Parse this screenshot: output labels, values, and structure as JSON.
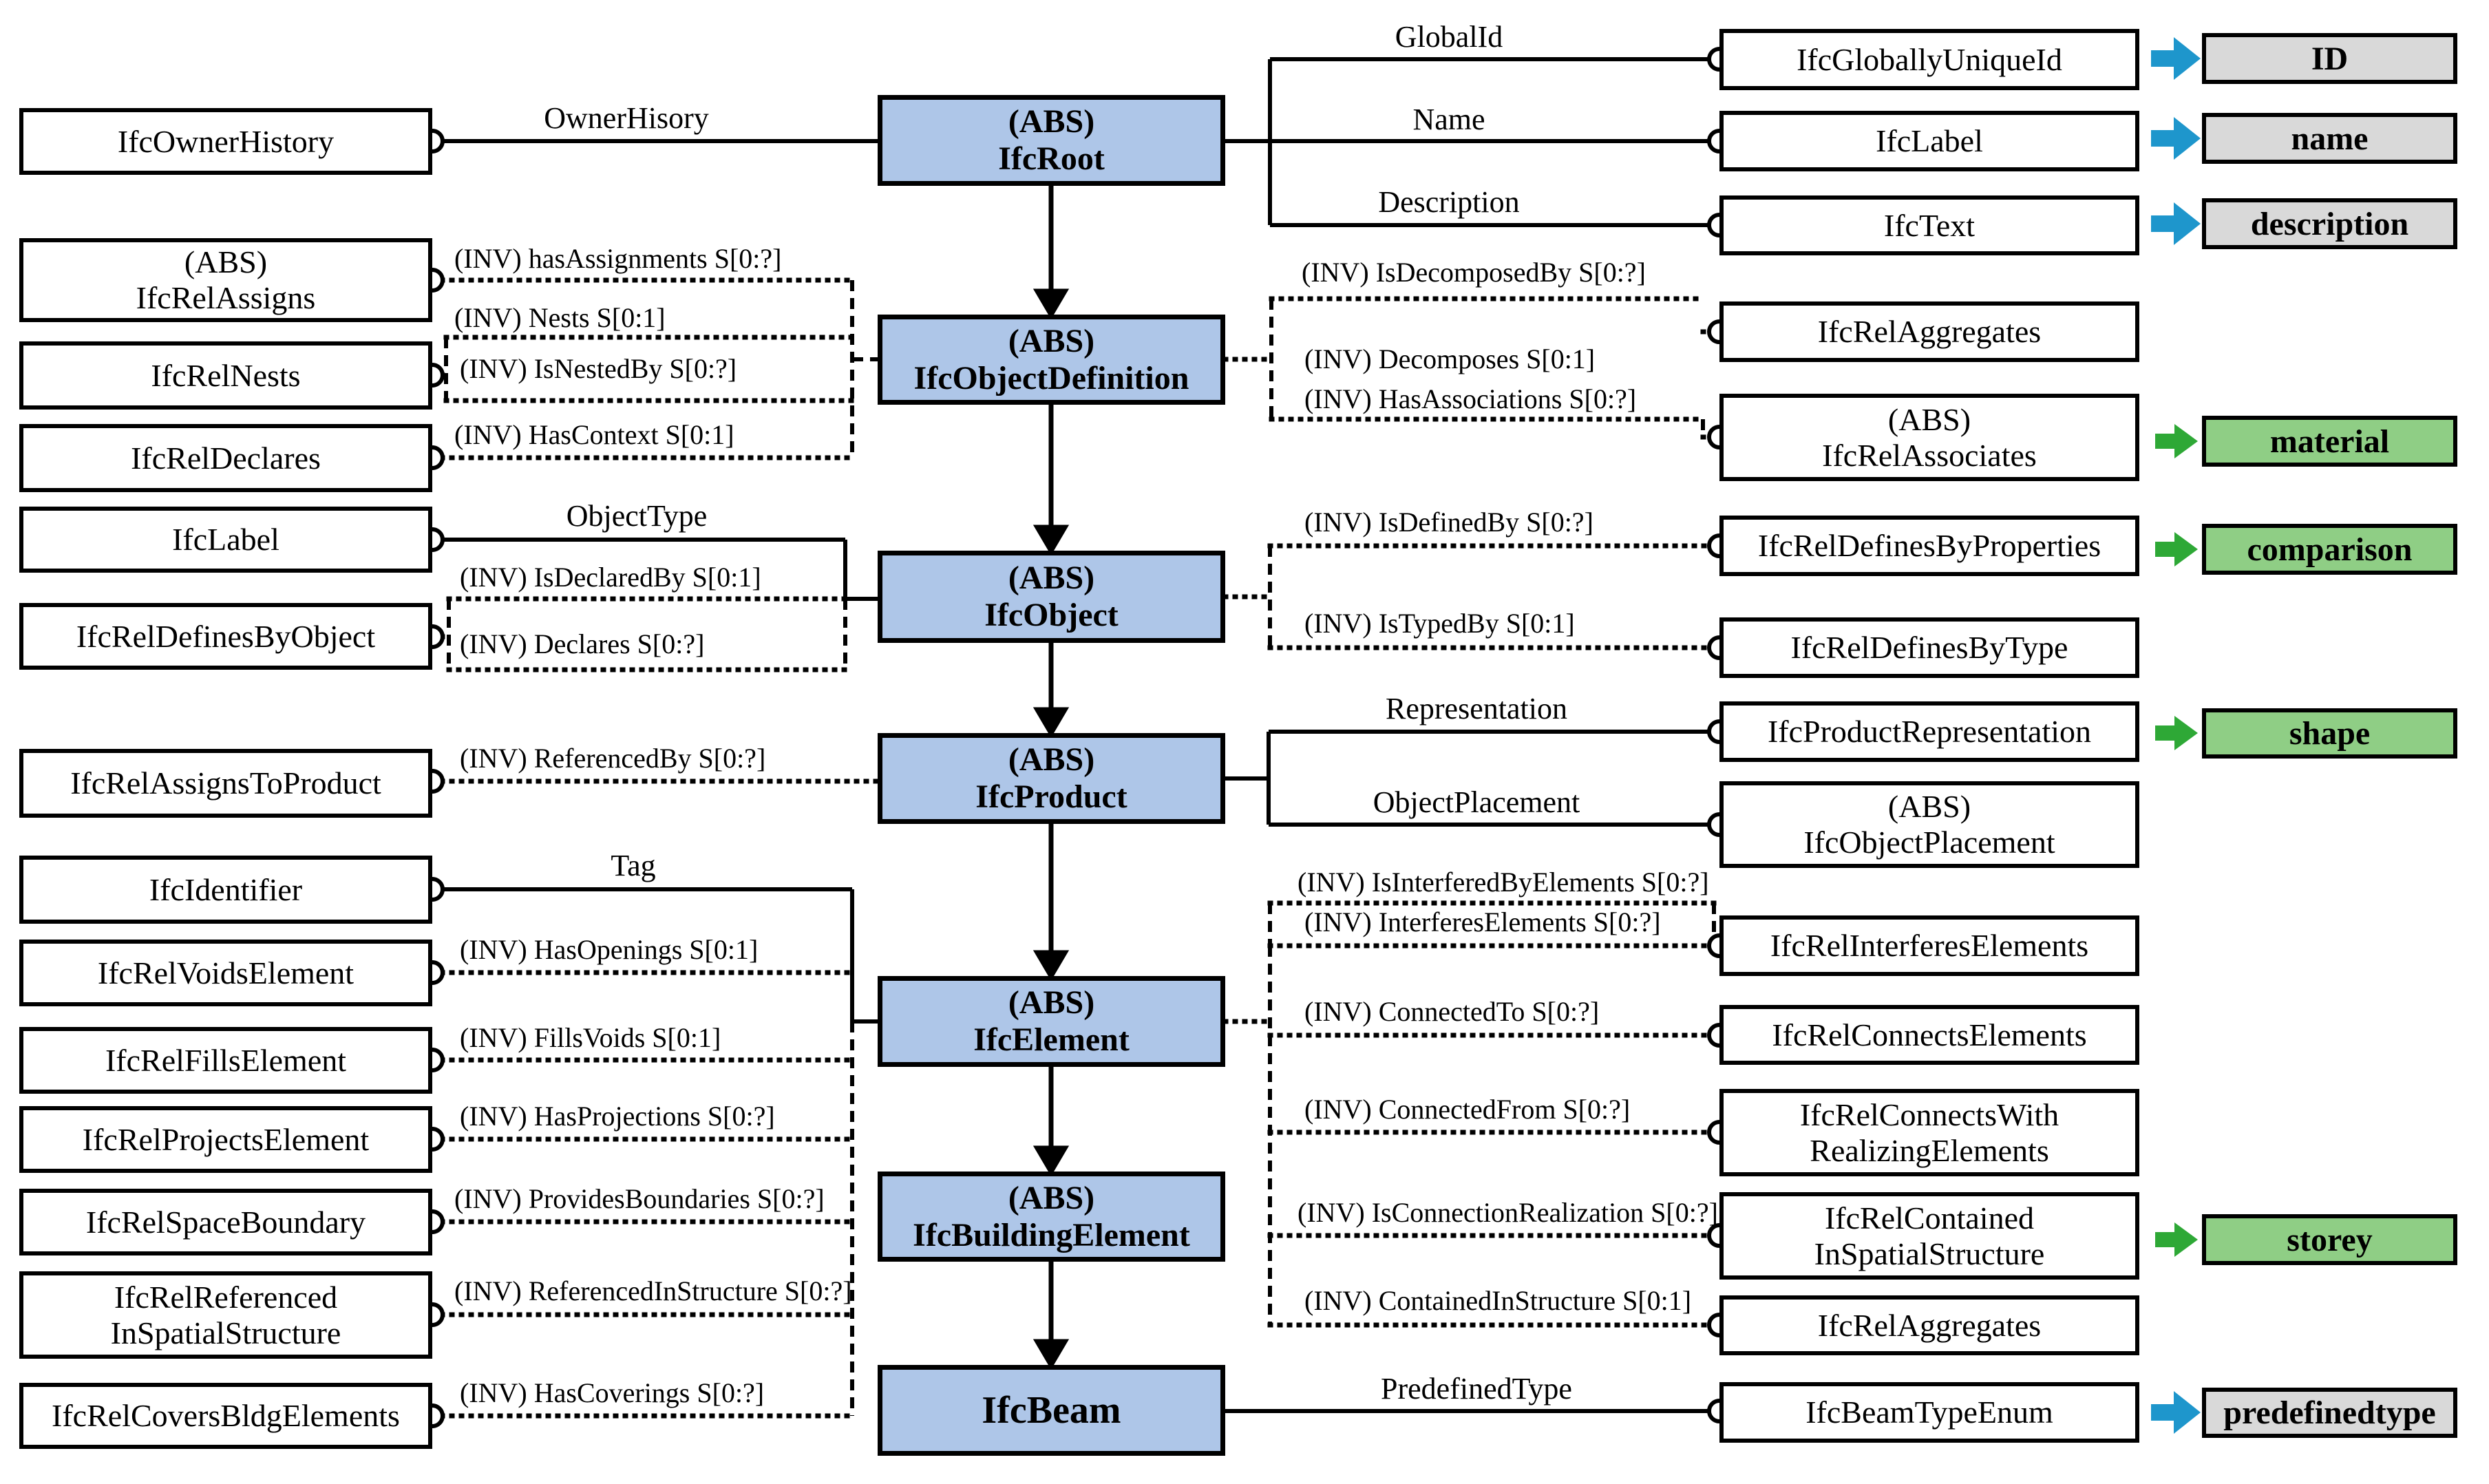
{
  "colors": {
    "entity_fill": "#AEC6E8",
    "tag_gray_fill": "#D9D9D9",
    "tag_green_fill": "#8FCE85",
    "arrow_blue": "#1E96CC",
    "arrow_green": "#2EA836",
    "line": "#000000"
  },
  "entities": [
    {
      "label": "(ABS)\nIfcRoot"
    },
    {
      "label": "(ABS)\nIfcObjectDefinition"
    },
    {
      "label": "(ABS)\nIfcObject"
    },
    {
      "label": "(ABS)\nIfcProduct"
    },
    {
      "label": "(ABS)\nIfcElement"
    },
    {
      "label": "(ABS)\nIfcBuildingElement"
    },
    {
      "label": "IfcBeam"
    }
  ],
  "left_boxes": [
    "IfcOwnerHistory",
    "(ABS)\nIfcRelAssigns",
    "IfcRelNests",
    "IfcRelDeclares",
    "IfcLabel",
    "IfcRelDefinesByObject",
    "IfcRelAssignsToProduct",
    "IfcIdentifier",
    "IfcRelVoidsElement",
    "IfcRelFillsElement",
    "IfcRelProjectsElement",
    "IfcRelSpaceBoundary",
    "IfcRelReferenced\nInSpatialStructure",
    "IfcRelCoversBldgElements"
  ],
  "right_boxes": [
    "IfcGloballyUniqueId",
    "IfcLabel",
    "IfcText",
    "IfcRelAggregates",
    "(ABS)\nIfcRelAssociates",
    "IfcRelDefinesByProperties",
    "IfcRelDefinesByType",
    "IfcProductRepresentation",
    "(ABS)\nIfcObjectPlacement",
    "IfcRelInterferesElements",
    "IfcRelConnectsElements",
    "IfcRelConnectsWith\nRealizingElements",
    "IfcRelContained\nInSpatialStructure",
    "IfcRelAggregates",
    "IfcBeamTypeEnum"
  ],
  "tags": [
    {
      "label": "ID",
      "variant": "gray",
      "arrow": "blue"
    },
    {
      "label": "name",
      "variant": "gray",
      "arrow": "blue"
    },
    {
      "label": "description",
      "variant": "gray",
      "arrow": "blue"
    },
    {
      "label": "material",
      "variant": "green",
      "arrow": "green"
    },
    {
      "label": "comparison",
      "variant": "green",
      "arrow": "green"
    },
    {
      "label": "shape",
      "variant": "green",
      "arrow": "green"
    },
    {
      "label": "storey",
      "variant": "green",
      "arrow": "green"
    },
    {
      "label": "predefinedtype",
      "variant": "gray",
      "arrow": "blue"
    }
  ],
  "attributes": [
    "OwnerHisory",
    "GlobalId",
    "Name",
    "Description",
    "ObjectType",
    "Tag",
    "Representation",
    "ObjectPlacement",
    "PredefinedType"
  ],
  "inverse_left": [
    "(INV) hasAssignments S[0:?]",
    "(INV) Nests S[0:1]",
    "(INV) IsNestedBy S[0:?]",
    "(INV) HasContext S[0:1]",
    "(INV) IsDeclaredBy S[0:1]",
    "(INV) Declares S[0:?]",
    "(INV) ReferencedBy S[0:?]",
    "(INV) HasOpenings S[0:1]",
    "(INV) FillsVoids S[0:1]",
    "(INV) HasProjections S[0:?]",
    "(INV) ProvidesBoundaries S[0:?]",
    "(INV) ReferencedInStructure S[0:?]",
    "(INV) HasCoverings S[0:?]"
  ],
  "inverse_right": [
    "(INV) IsDecomposedBy S[0:?]",
    "(INV) Decomposes S[0:1]",
    "(INV) HasAssociations S[0:?]",
    "(INV) IsDefinedBy S[0:?]",
    "(INV) IsTypedBy S[0:1]",
    "(INV) IsInterferedByElements S[0:?]",
    "(INV) InterferesElements S[0:?]",
    "(INV) ConnectedTo S[0:?]",
    "(INV) ConnectedFrom S[0:?]",
    "(INV) IsConnectionRealization S[0:?]",
    "(INV) ContainedInStructure S[0:1]"
  ]
}
